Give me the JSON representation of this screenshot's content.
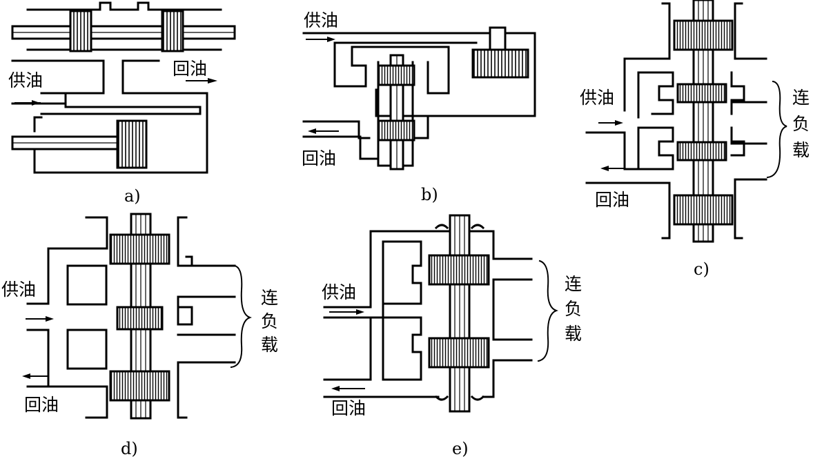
{
  "labels": {
    "supply": "供油",
    "return": "回油",
    "load_1": "连",
    "load_2": "负",
    "load_3": "载"
  },
  "captions": {
    "a": "a)",
    "b": "b)",
    "c": "c)",
    "d": "d)",
    "e": "e)"
  },
  "colors": {
    "line": "#000000",
    "background": "#ffffff"
  }
}
